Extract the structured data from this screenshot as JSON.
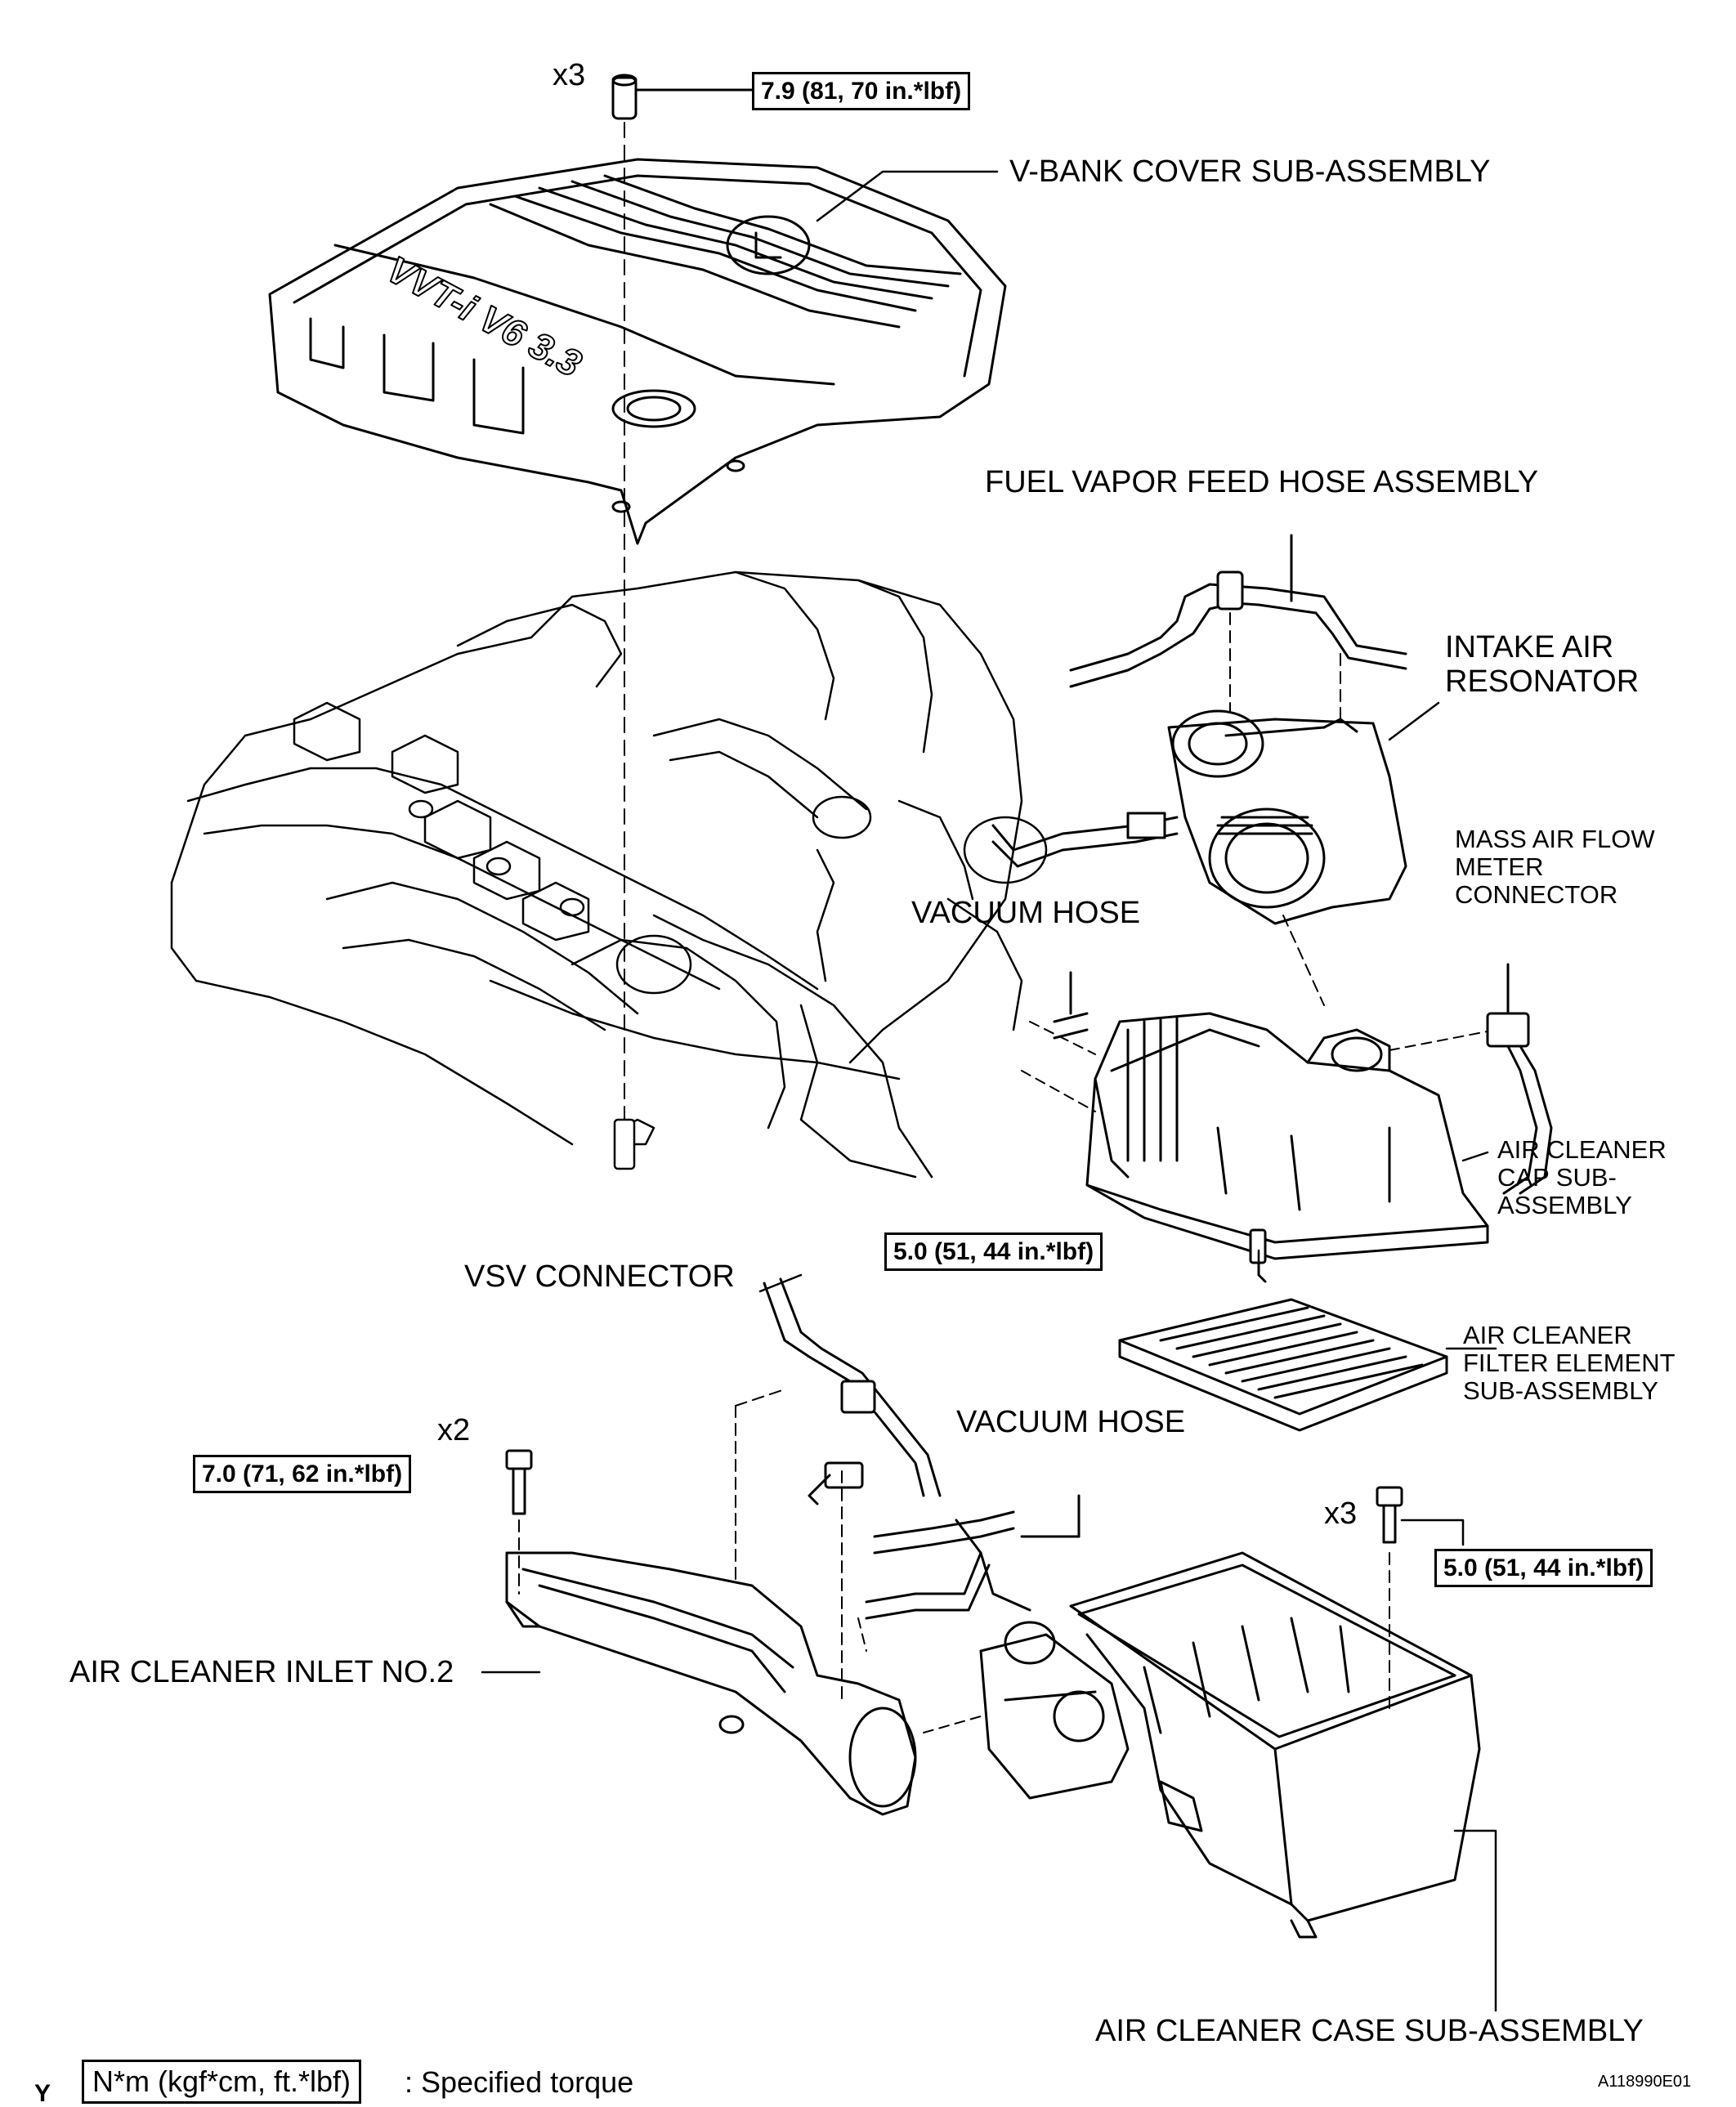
{
  "diagram": {
    "labels": {
      "v_bank_cover": "V-BANK COVER SUB-ASSEMBLY",
      "fuel_vapor_feed_hose": "FUEL VAPOR FEED HOSE ASSEMBLY",
      "intake_air_resonator": "INTAKE AIR\nRESONATOR",
      "mass_air_flow_meter_connector": "MASS AIR FLOW\nMETER\nCONNECTOR",
      "vacuum_hose_upper": "VACUUM HOSE",
      "air_cleaner_cap": "AIR CLEANER\nCAP SUB-\nASSEMBLY",
      "vsv_connector": "VSV CONNECTOR",
      "air_cleaner_filter_element": "AIR CLEANER\nFILTER ELEMENT\nSUB-ASSEMBLY",
      "vacuum_hose_lower": "VACUUM HOSE",
      "air_cleaner_inlet_no2": "AIR CLEANER INLET NO.2",
      "air_cleaner_case": "AIR CLEANER CASE SUB-ASSEMBLY",
      "engine_cover_lettering": "VVT-i V6 3.3"
    },
    "torques": {
      "cover_nut": "7.9 (81, 70 in.*lbf)",
      "cap_bolt": "5.0 (51, 44 in.*lbf)",
      "inlet_bolt": "7.0 (71, 62 in.*lbf)",
      "case_bolt": "5.0 (51, 44 in.*lbf)"
    },
    "quantities": {
      "cover_nut": "x3",
      "inlet_bolt": "x2",
      "case_bolt": "x3"
    },
    "legend": {
      "box": "N*m (kgf*cm, ft.*lbf)",
      "text": ": Specified torque"
    },
    "corner_mark": "Y",
    "figure_id": "A118990E01"
  }
}
